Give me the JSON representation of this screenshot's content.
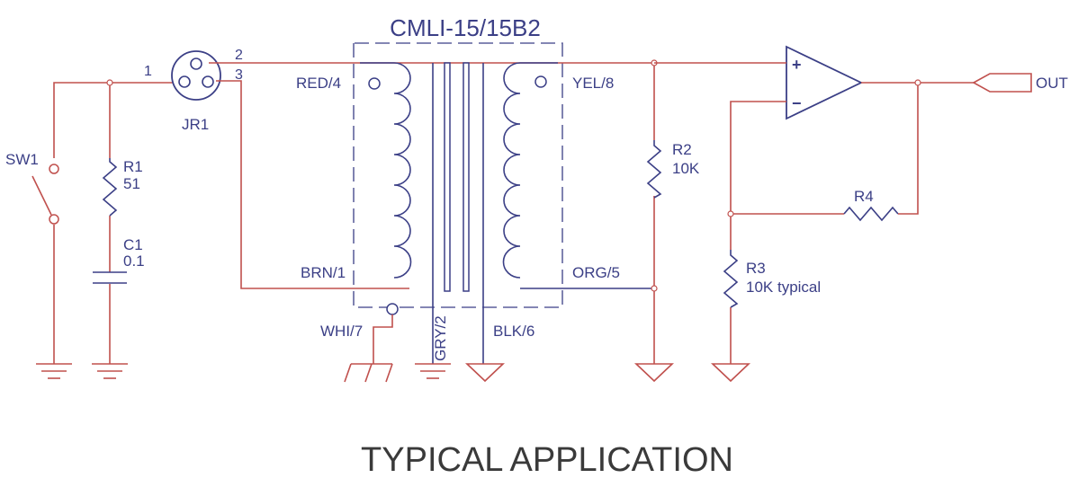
{
  "diagram": {
    "transformer_model": "CMLI-15/15B2",
    "caption": "TYPICAL APPLICATION",
    "out_label": "OUT",
    "jack": {
      "name": "JR1",
      "pin1": "1",
      "pin2": "2",
      "pin3": "3"
    },
    "switch": {
      "name": "SW1"
    },
    "r1": {
      "name": "R1",
      "value": "51"
    },
    "c1": {
      "name": "C1",
      "value": "0.1"
    },
    "r2": {
      "name": "R2",
      "value": "10K"
    },
    "r3": {
      "name": "R3",
      "value": "10K typical"
    },
    "r4": {
      "name": "R4"
    },
    "opamp": {
      "plus": "+",
      "minus": "−"
    },
    "leads": {
      "red": "RED/4",
      "brn": "BRN/1",
      "yel": "YEL/8",
      "org": "ORG/5",
      "whi": "WHI/7",
      "gry": "GRY/2",
      "blk": "BLK/6"
    },
    "colors": {
      "wire": "#c0504d",
      "component": "#3b3f86"
    }
  }
}
